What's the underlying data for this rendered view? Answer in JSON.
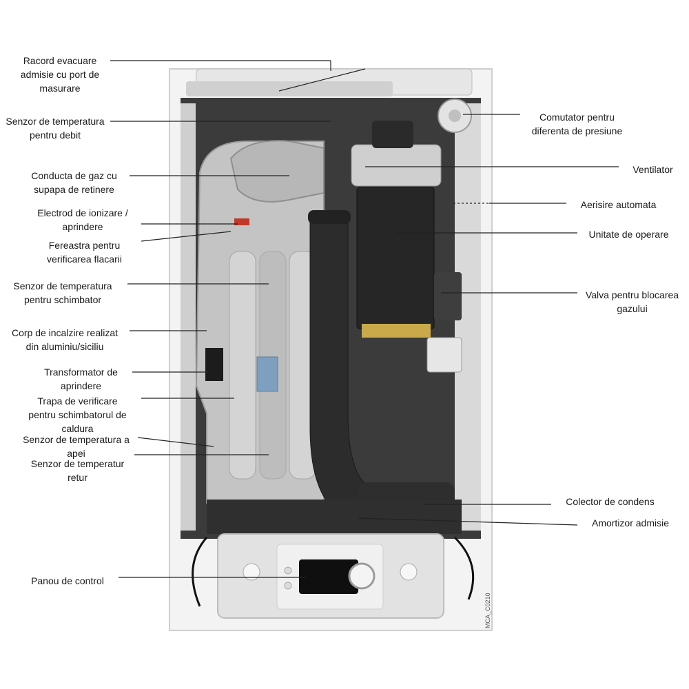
{
  "labels_left": [
    {
      "id": "racord",
      "lines": [
        "Racord evacuare",
        "admisie cu port de",
        "masurare"
      ]
    },
    {
      "id": "senzor-debit",
      "lines": [
        "Senzor de temperatura",
        "pentru debit"
      ]
    },
    {
      "id": "conducta-gaz",
      "lines": [
        "Conducta de gaz cu",
        "supapa de retinere"
      ]
    },
    {
      "id": "electrod",
      "lines": [
        "Electrod de ionizare /",
        "aprindere"
      ]
    },
    {
      "id": "fereastra",
      "lines": [
        "Fereastra pentru",
        "verificarea flacarii"
      ]
    },
    {
      "id": "senzor-schimbator",
      "lines": [
        "Senzor de temperatura",
        "pentru schimbator"
      ]
    },
    {
      "id": "corp-incalzire",
      "lines": [
        "Corp de incalzire realizat",
        "din aluminiu/siciliu"
      ]
    },
    {
      "id": "transformator",
      "lines": [
        "Transformator de",
        "aprindere"
      ]
    },
    {
      "id": "trapa",
      "lines": [
        "Trapa de verificare",
        "pentru schimbatorul de",
        "caldura"
      ]
    },
    {
      "id": "senzor-apa",
      "lines": [
        "Senzor de temperatura a",
        "apei"
      ]
    },
    {
      "id": "senzor-retur",
      "lines": [
        "Senzor de temperatur",
        "retur"
      ]
    },
    {
      "id": "panou",
      "lines": [
        "Panou de control"
      ]
    }
  ],
  "labels_right": [
    {
      "id": "comutator",
      "lines": [
        "Comutator pentru",
        "diferenta de presiune"
      ]
    },
    {
      "id": "ventilator",
      "lines": [
        "Ventilator"
      ]
    },
    {
      "id": "aerisire",
      "lines": [
        "Aerisire automata"
      ]
    },
    {
      "id": "unitate",
      "lines": [
        "Unitate de operare"
      ]
    },
    {
      "id": "valva",
      "lines": [
        "Valva pentru blocarea",
        "gazului"
      ]
    },
    {
      "id": "colector",
      "lines": [
        "Colector de condens"
      ]
    },
    {
      "id": "amortizor",
      "lines": [
        "Amortizor admisie"
      ]
    }
  ],
  "image_code": "MCA_C0210",
  "colors": {
    "housing": "#f2f2f2",
    "interior": "#3a3a3a",
    "aluminium": "#c9c9c9",
    "pipe": "#2b2b2b",
    "control_panel": "#dedede",
    "display": "#111111",
    "leader_line": "#222222"
  }
}
